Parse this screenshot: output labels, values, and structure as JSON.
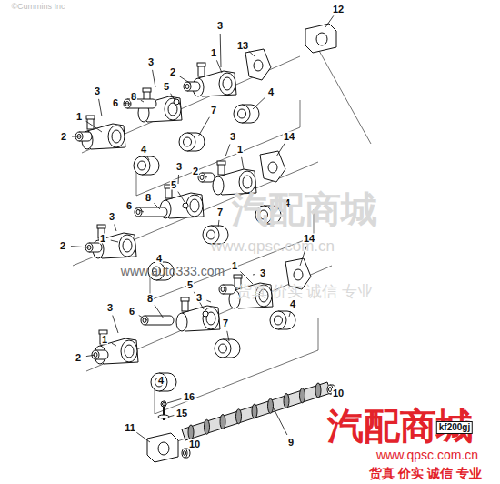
{
  "diagram": {
    "labels": [
      "©Cummins Inc",
      "3",
      "12",
      "13",
      "1",
      "3",
      "2",
      "4",
      "3",
      "5",
      "8",
      "6",
      "7",
      "1",
      "2",
      "4",
      "14",
      "3",
      "1",
      "3",
      "2",
      "5",
      "8",
      "6",
      "7",
      "4",
      "3",
      "1",
      "2",
      "4",
      "14",
      "1",
      "3",
      "5",
      "3",
      "8",
      "6",
      "3",
      "7",
      "4",
      "1",
      "2",
      "4",
      "10",
      "16",
      "15",
      "9",
      "11",
      "10",
      "汽配商城",
      "www.qpsc.com.cn",
      "货真 价实 诚信 专业",
      "www.auto333.com",
      "汽配商城",
      "www.qpsc.com.cn",
      "货真 价实 诚信 专业",
      "kf200gj"
    ]
  }
}
